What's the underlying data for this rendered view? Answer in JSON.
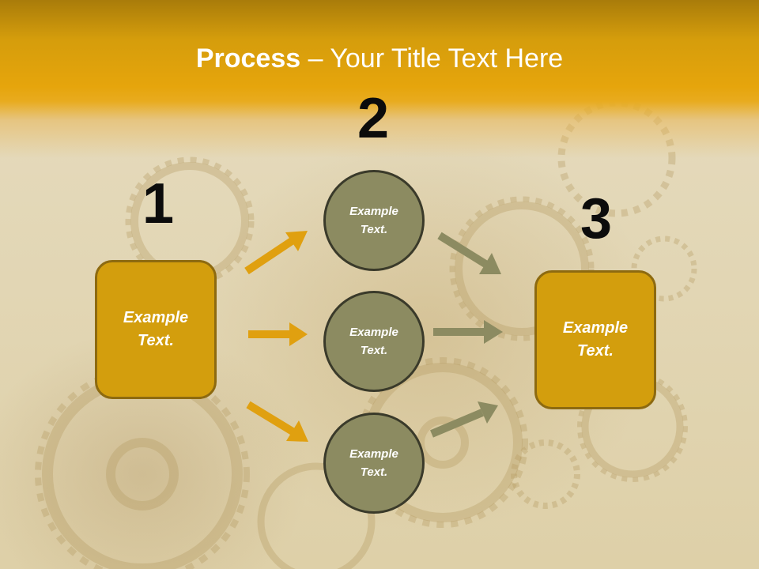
{
  "slide": {
    "title_bold": "Process",
    "title_rest": " – Your Title Text Here"
  },
  "steps": {
    "one": {
      "number": "1",
      "text": "Example\nText."
    },
    "two": {
      "number": "2",
      "items": [
        {
          "text": "Example\nText."
        },
        {
          "text": "Example\nText."
        },
        {
          "text": "Example\nText."
        }
      ]
    },
    "three": {
      "number": "3",
      "text": "Example\nText."
    }
  },
  "colors": {
    "header": "#e6a50c",
    "box_fill": "#d39e0d",
    "circle_fill": "#8c8b61",
    "arrow_left": "#e0a010",
    "arrow_right": "#8c8b61"
  }
}
